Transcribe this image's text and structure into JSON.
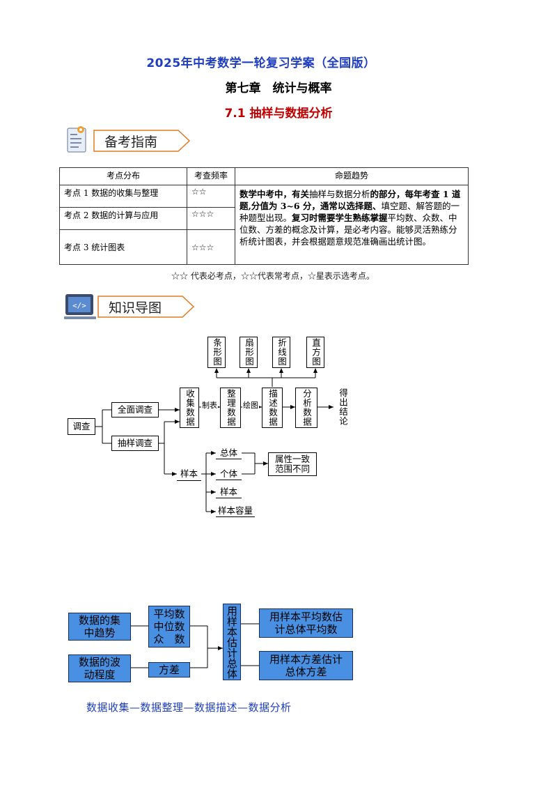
{
  "header": {
    "main_title": "2025年中考数学一轮复习学案（全国版）",
    "chapter": "第七章　统计与概率",
    "section": "7.1  抽样与数据分析"
  },
  "banners": {
    "guide": "备考指南",
    "mindmap": "知识导图"
  },
  "exam_table": {
    "headers": [
      "考点分布",
      "考查频率",
      "命题趋势"
    ],
    "rows": [
      {
        "point": "考点 1  数据的收集与整理",
        "freq": "☆☆"
      },
      {
        "point": "考点 2  数据的计算与应用",
        "freq": "☆☆☆"
      },
      {
        "point": "考点 3  统计图表",
        "freq": "☆☆☆"
      }
    ],
    "trend_segments": [
      {
        "text": "数学中考中，有关",
        "bold": true
      },
      {
        "text": "抽样与数据分析",
        "bold": false
      },
      {
        "text": "的部分，每年考查 1 道题,分值为 3~6 分，通常以选择题、",
        "bold": true
      },
      {
        "text": "填空题、解答题的一种题型出现。",
        "bold": false
      },
      {
        "text": "复习",
        "bold": true
      },
      {
        "text": "时需要学生熟练掌握",
        "bold": true
      },
      {
        "text": "平均数、众数、中位数、方差的概念及计算，是必考内容。能够灵活熟练分析统计图表，并会根据题意规范准确画出统计图。",
        "bold": false
      }
    ],
    "note": "☆☆ 代表必考点，☆☆代表常考点，☆星表示选考点。"
  },
  "mindmap": {
    "survey": "调查",
    "full_survey": "全面调查",
    "sample_survey": "抽样调查",
    "process": [
      "收集数据",
      "整理数据",
      "描述数据",
      "分析数据",
      "得出结论"
    ],
    "edge_make_table": "制表",
    "edge_draw": "绘图",
    "charts": [
      "条形图",
      "扇形图",
      "折线图",
      "直方图"
    ],
    "sample_root": "样本",
    "sample_items": [
      "总体",
      "个体",
      "样本",
      "样本容量"
    ],
    "attribute": "属性一致范围不同"
  },
  "stats_diagram": {
    "central": "数据的集中趋势",
    "dispersion": "数据的波动程度",
    "measures": "平均数中位数众　数",
    "variance": "方差",
    "estimate": "用样本估计总体",
    "est_mean": "用样本平均数估计总体平均数",
    "est_var": "用样本方差估计总体方差"
  },
  "flow_text": "数据收集—数据整理—数据描述—数据分析",
  "colors": {
    "title_blue": "#1f3fbf",
    "section_red": "#c00000",
    "box_blue": "#4a90e2",
    "banner_border": "#e07820"
  }
}
